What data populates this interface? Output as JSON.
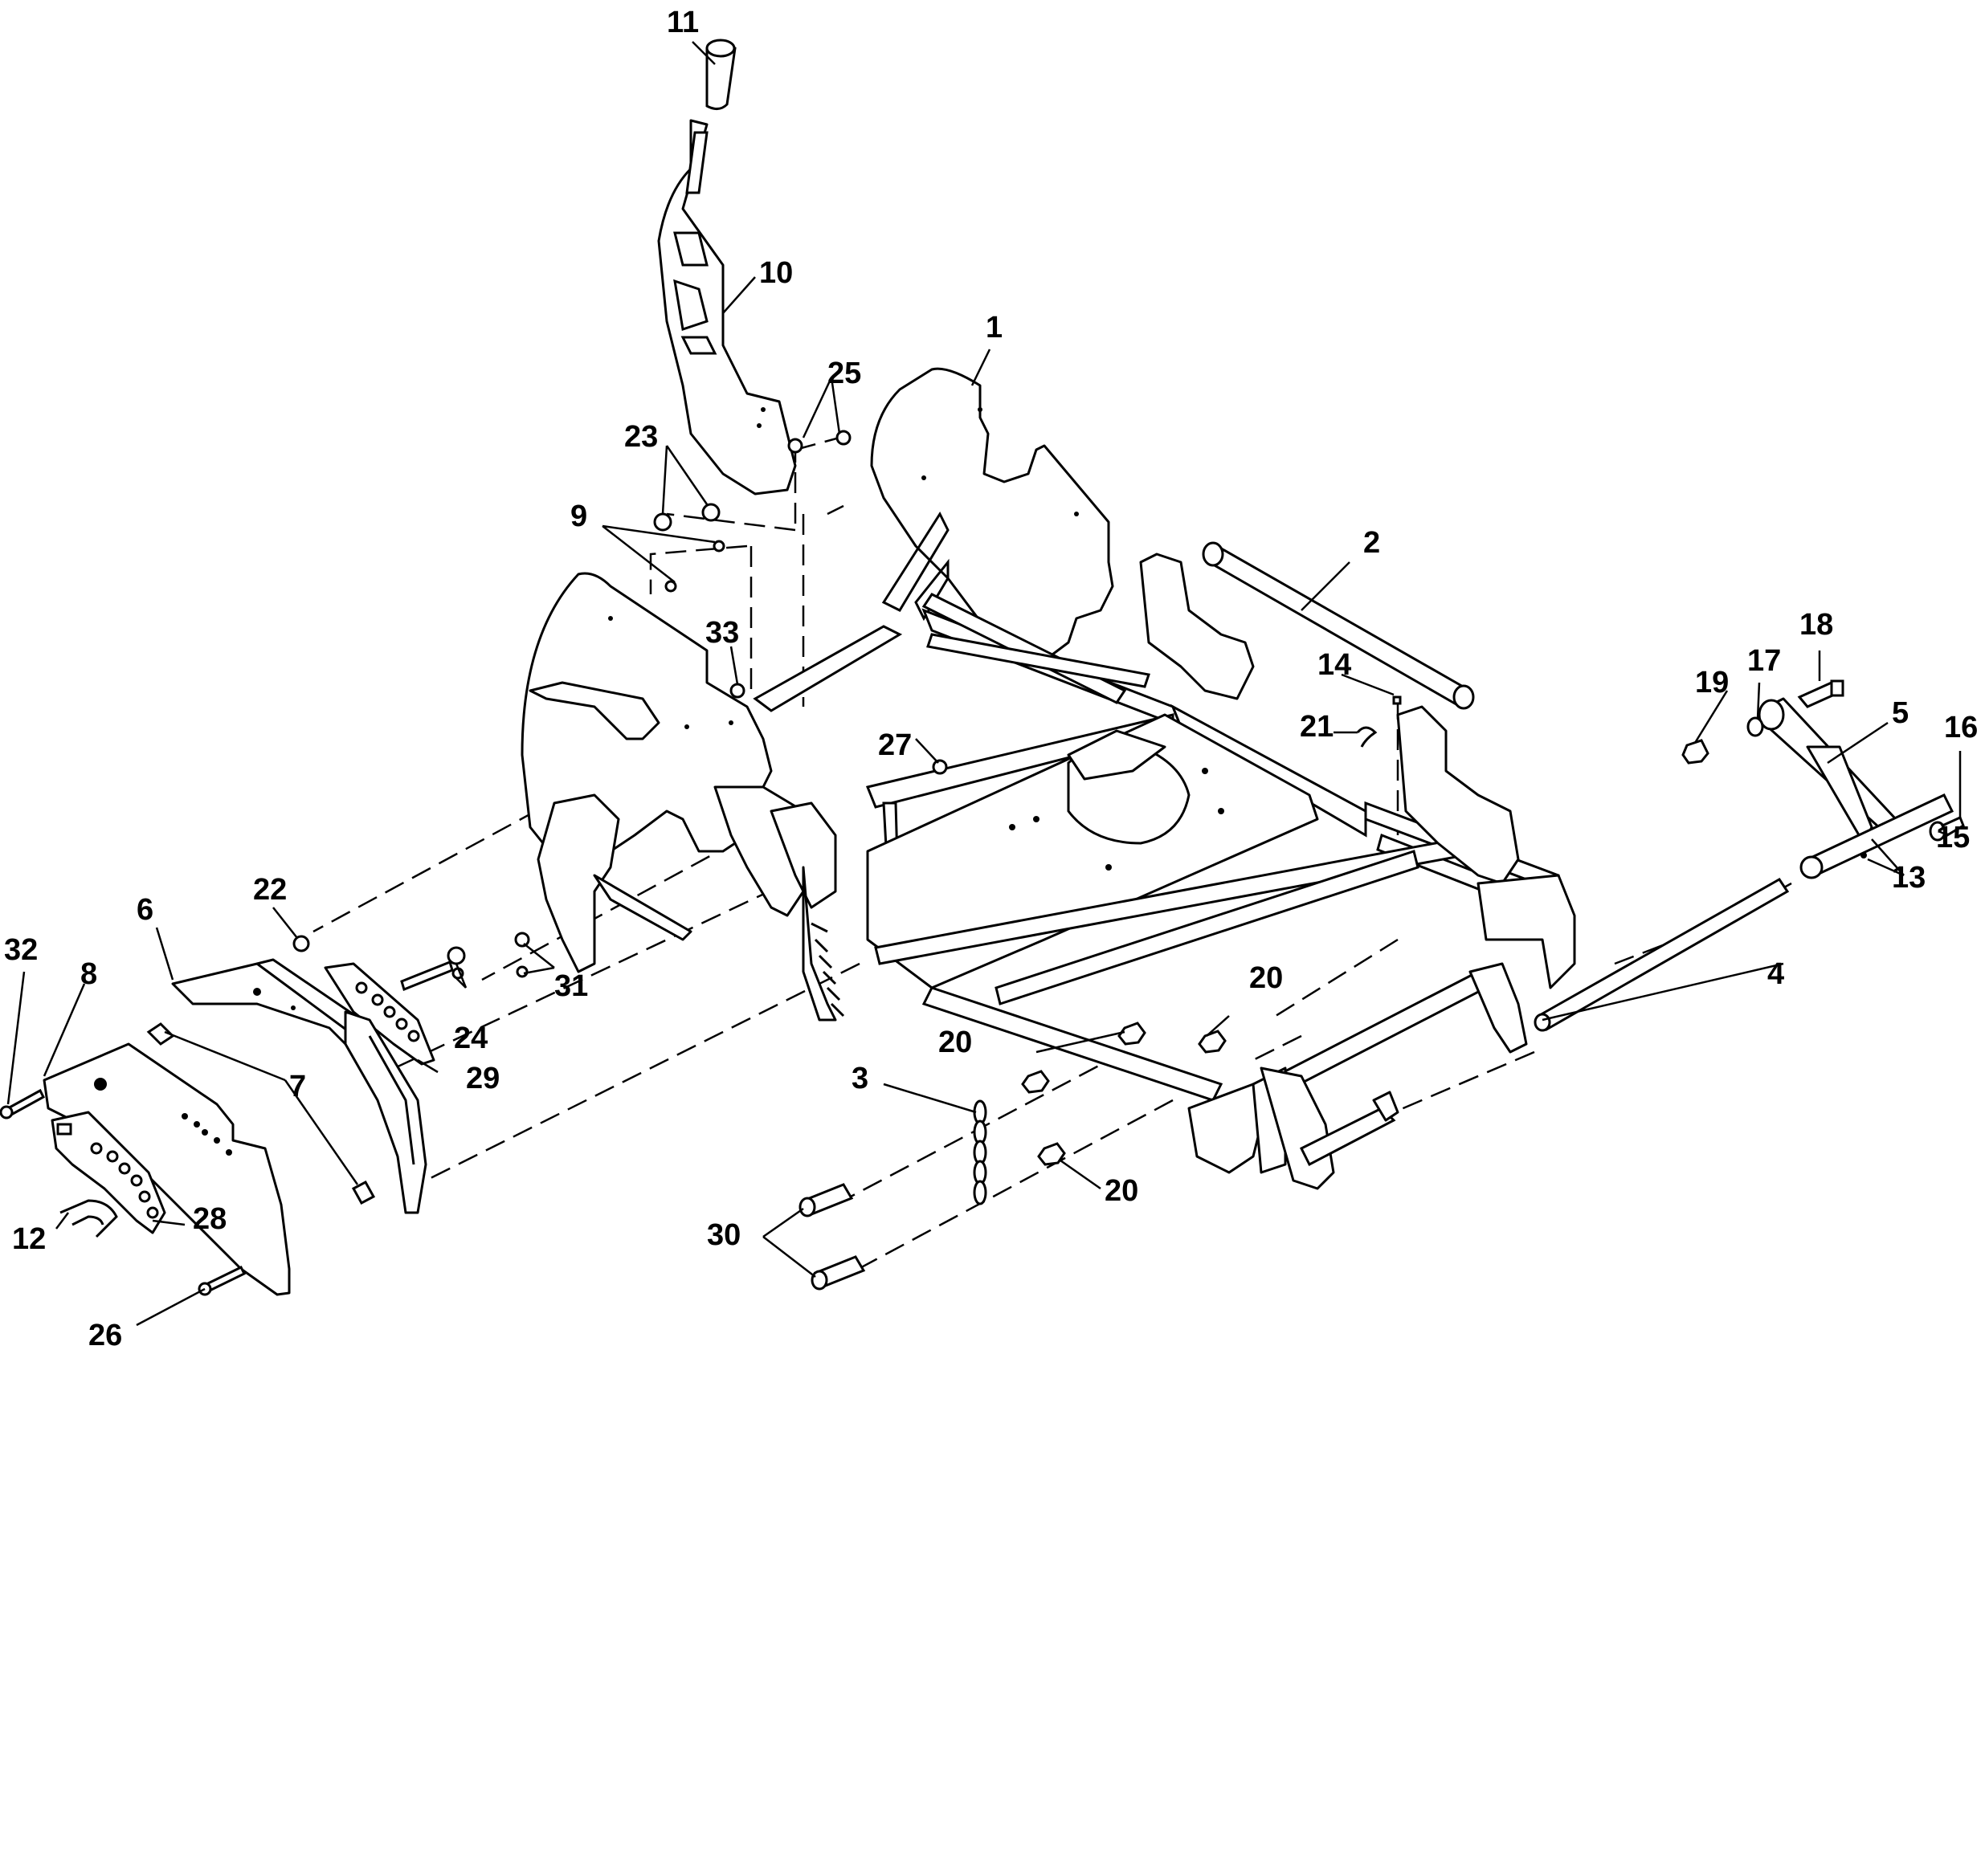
{
  "callouts": [
    {
      "id": "c1",
      "label": "1"
    },
    {
      "id": "c2",
      "label": "2"
    },
    {
      "id": "c3",
      "label": "3"
    },
    {
      "id": "c4",
      "label": "4"
    },
    {
      "id": "c5",
      "label": "5"
    },
    {
      "id": "c6",
      "label": "6"
    },
    {
      "id": "c7",
      "label": "7"
    },
    {
      "id": "c8",
      "label": "8"
    },
    {
      "id": "c9",
      "label": "9"
    },
    {
      "id": "c10",
      "label": "10"
    },
    {
      "id": "c11",
      "label": "11"
    },
    {
      "id": "c12",
      "label": "12"
    },
    {
      "id": "c13",
      "label": "13"
    },
    {
      "id": "c14",
      "label": "14"
    },
    {
      "id": "c15",
      "label": "15"
    },
    {
      "id": "c16",
      "label": "16"
    },
    {
      "id": "c17",
      "label": "17"
    },
    {
      "id": "c18",
      "label": "18"
    },
    {
      "id": "c19",
      "label": "19"
    },
    {
      "id": "c20a",
      "label": "20"
    },
    {
      "id": "c20b",
      "label": "20"
    },
    {
      "id": "c20c",
      "label": "20"
    },
    {
      "id": "c21",
      "label": "21"
    },
    {
      "id": "c22",
      "label": "22"
    },
    {
      "id": "c23",
      "label": "23"
    },
    {
      "id": "c24",
      "label": "24"
    },
    {
      "id": "c25",
      "label": "25"
    },
    {
      "id": "c26",
      "label": "26"
    },
    {
      "id": "c27",
      "label": "27"
    },
    {
      "id": "c28",
      "label": "28"
    },
    {
      "id": "c29",
      "label": "29"
    },
    {
      "id": "c30",
      "label": "30"
    },
    {
      "id": "c31",
      "label": "31"
    },
    {
      "id": "c32",
      "label": "32"
    },
    {
      "id": "c33",
      "label": "33"
    }
  ]
}
